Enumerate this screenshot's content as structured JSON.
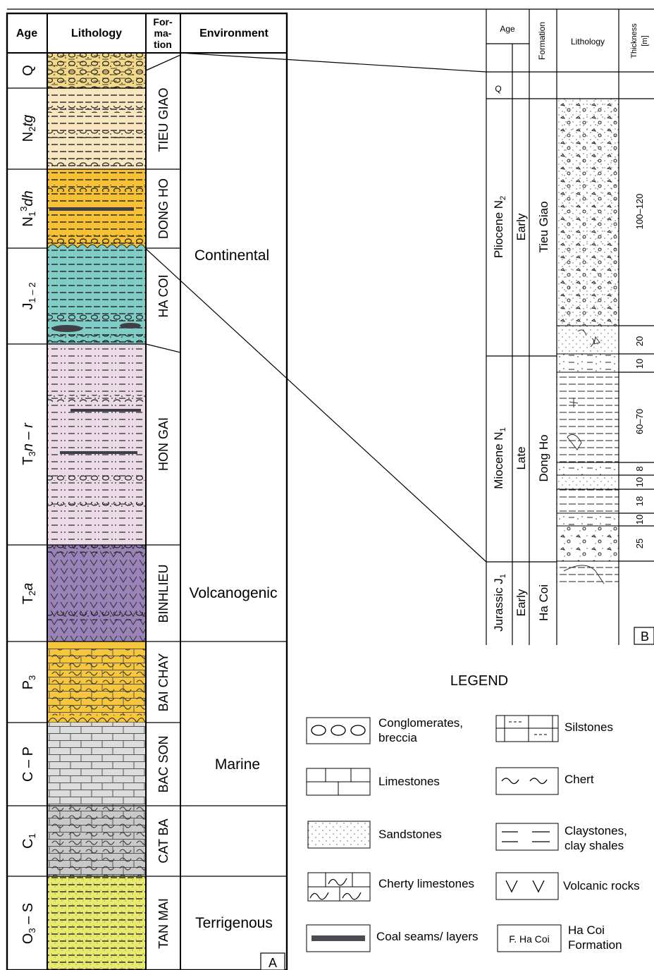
{
  "column_a": {
    "headers": {
      "age": "Age",
      "lithology": "Lithology",
      "formation": [
        "For-",
        "ma-",
        "tion"
      ],
      "environment": "Environment"
    },
    "ages": [
      "Q",
      "N2tg",
      "N1 3dh",
      "J1 – 2",
      "T3n – r",
      "T2a",
      "P3",
      "C – P",
      "C1",
      "O3 – S"
    ],
    "formations": [
      "TIEU GIAO",
      "DONG HO",
      "HA COI",
      "HON GAI",
      "BINHLIEU",
      "BAI CHAY",
      "BAC SON",
      "CAT BA",
      "TAN MAI"
    ],
    "environments": [
      "Continental",
      "Volcanogenic",
      "Marine",
      "Terrigenous"
    ],
    "panel_label": "A"
  },
  "column_b": {
    "headers": {
      "age": "Age",
      "formation": "Formation",
      "lithology": "Lithology",
      "thickness": "Thickness",
      "thickness_unit": "[m]"
    },
    "ages": [
      "Q",
      "Pliocene N2",
      "Miocene N1",
      "Jurassic J1"
    ],
    "subages": [
      "Early",
      "Late",
      "Early"
    ],
    "formations": [
      "Tieu Giao",
      "Dong Ho",
      "Ha Coi"
    ],
    "thicknesses": [
      "100–120",
      "20",
      "10",
      "60–70",
      "8",
      "10",
      "18",
      "10",
      "25"
    ],
    "panel_label": "B"
  },
  "legend": {
    "title": "LEGEND",
    "items": [
      {
        "label": [
          "Conglomerates,",
          "breccia"
        ],
        "icon": "conglomerate-icon"
      },
      {
        "label": [
          "Silstones"
        ],
        "icon": "siltstone-icon"
      },
      {
        "label": [
          "Limestones"
        ],
        "icon": "limestone-icon"
      },
      {
        "label": [
          "Chert"
        ],
        "icon": "chert-icon"
      },
      {
        "label": [
          "Sandstones"
        ],
        "icon": "sandstone-icon"
      },
      {
        "label": [
          "Claystones,",
          "clay shales"
        ],
        "icon": "claystone-icon"
      },
      {
        "label": [
          "Cherty limestones"
        ],
        "icon": "cherty-limestone-icon"
      },
      {
        "label": [
          "Volcanic rocks"
        ],
        "icon": "volcanic-icon"
      },
      {
        "label": [
          "Coal seams/ layers"
        ],
        "icon": "coal-icon"
      },
      {
        "label": [
          "Ha Coi",
          "Formation"
        ],
        "icon": "formation-box-icon",
        "box_text": "F. Ha Coi"
      }
    ]
  },
  "colors": {
    "Q": "#f5d98a",
    "tieu_giao": "#f7e6c0",
    "dong_ho": "#f6c037",
    "ha_coi": "#7fcdc6",
    "hon_gai": "#eadbe6",
    "binhlieu": "#9a83b9",
    "bai_chay": "#f6c63c",
    "bac_son": "#dcdcdc",
    "cat_ba": "#c9c9c9",
    "tan_mai": "#e7ea6e",
    "coal": "#4a4a55"
  }
}
